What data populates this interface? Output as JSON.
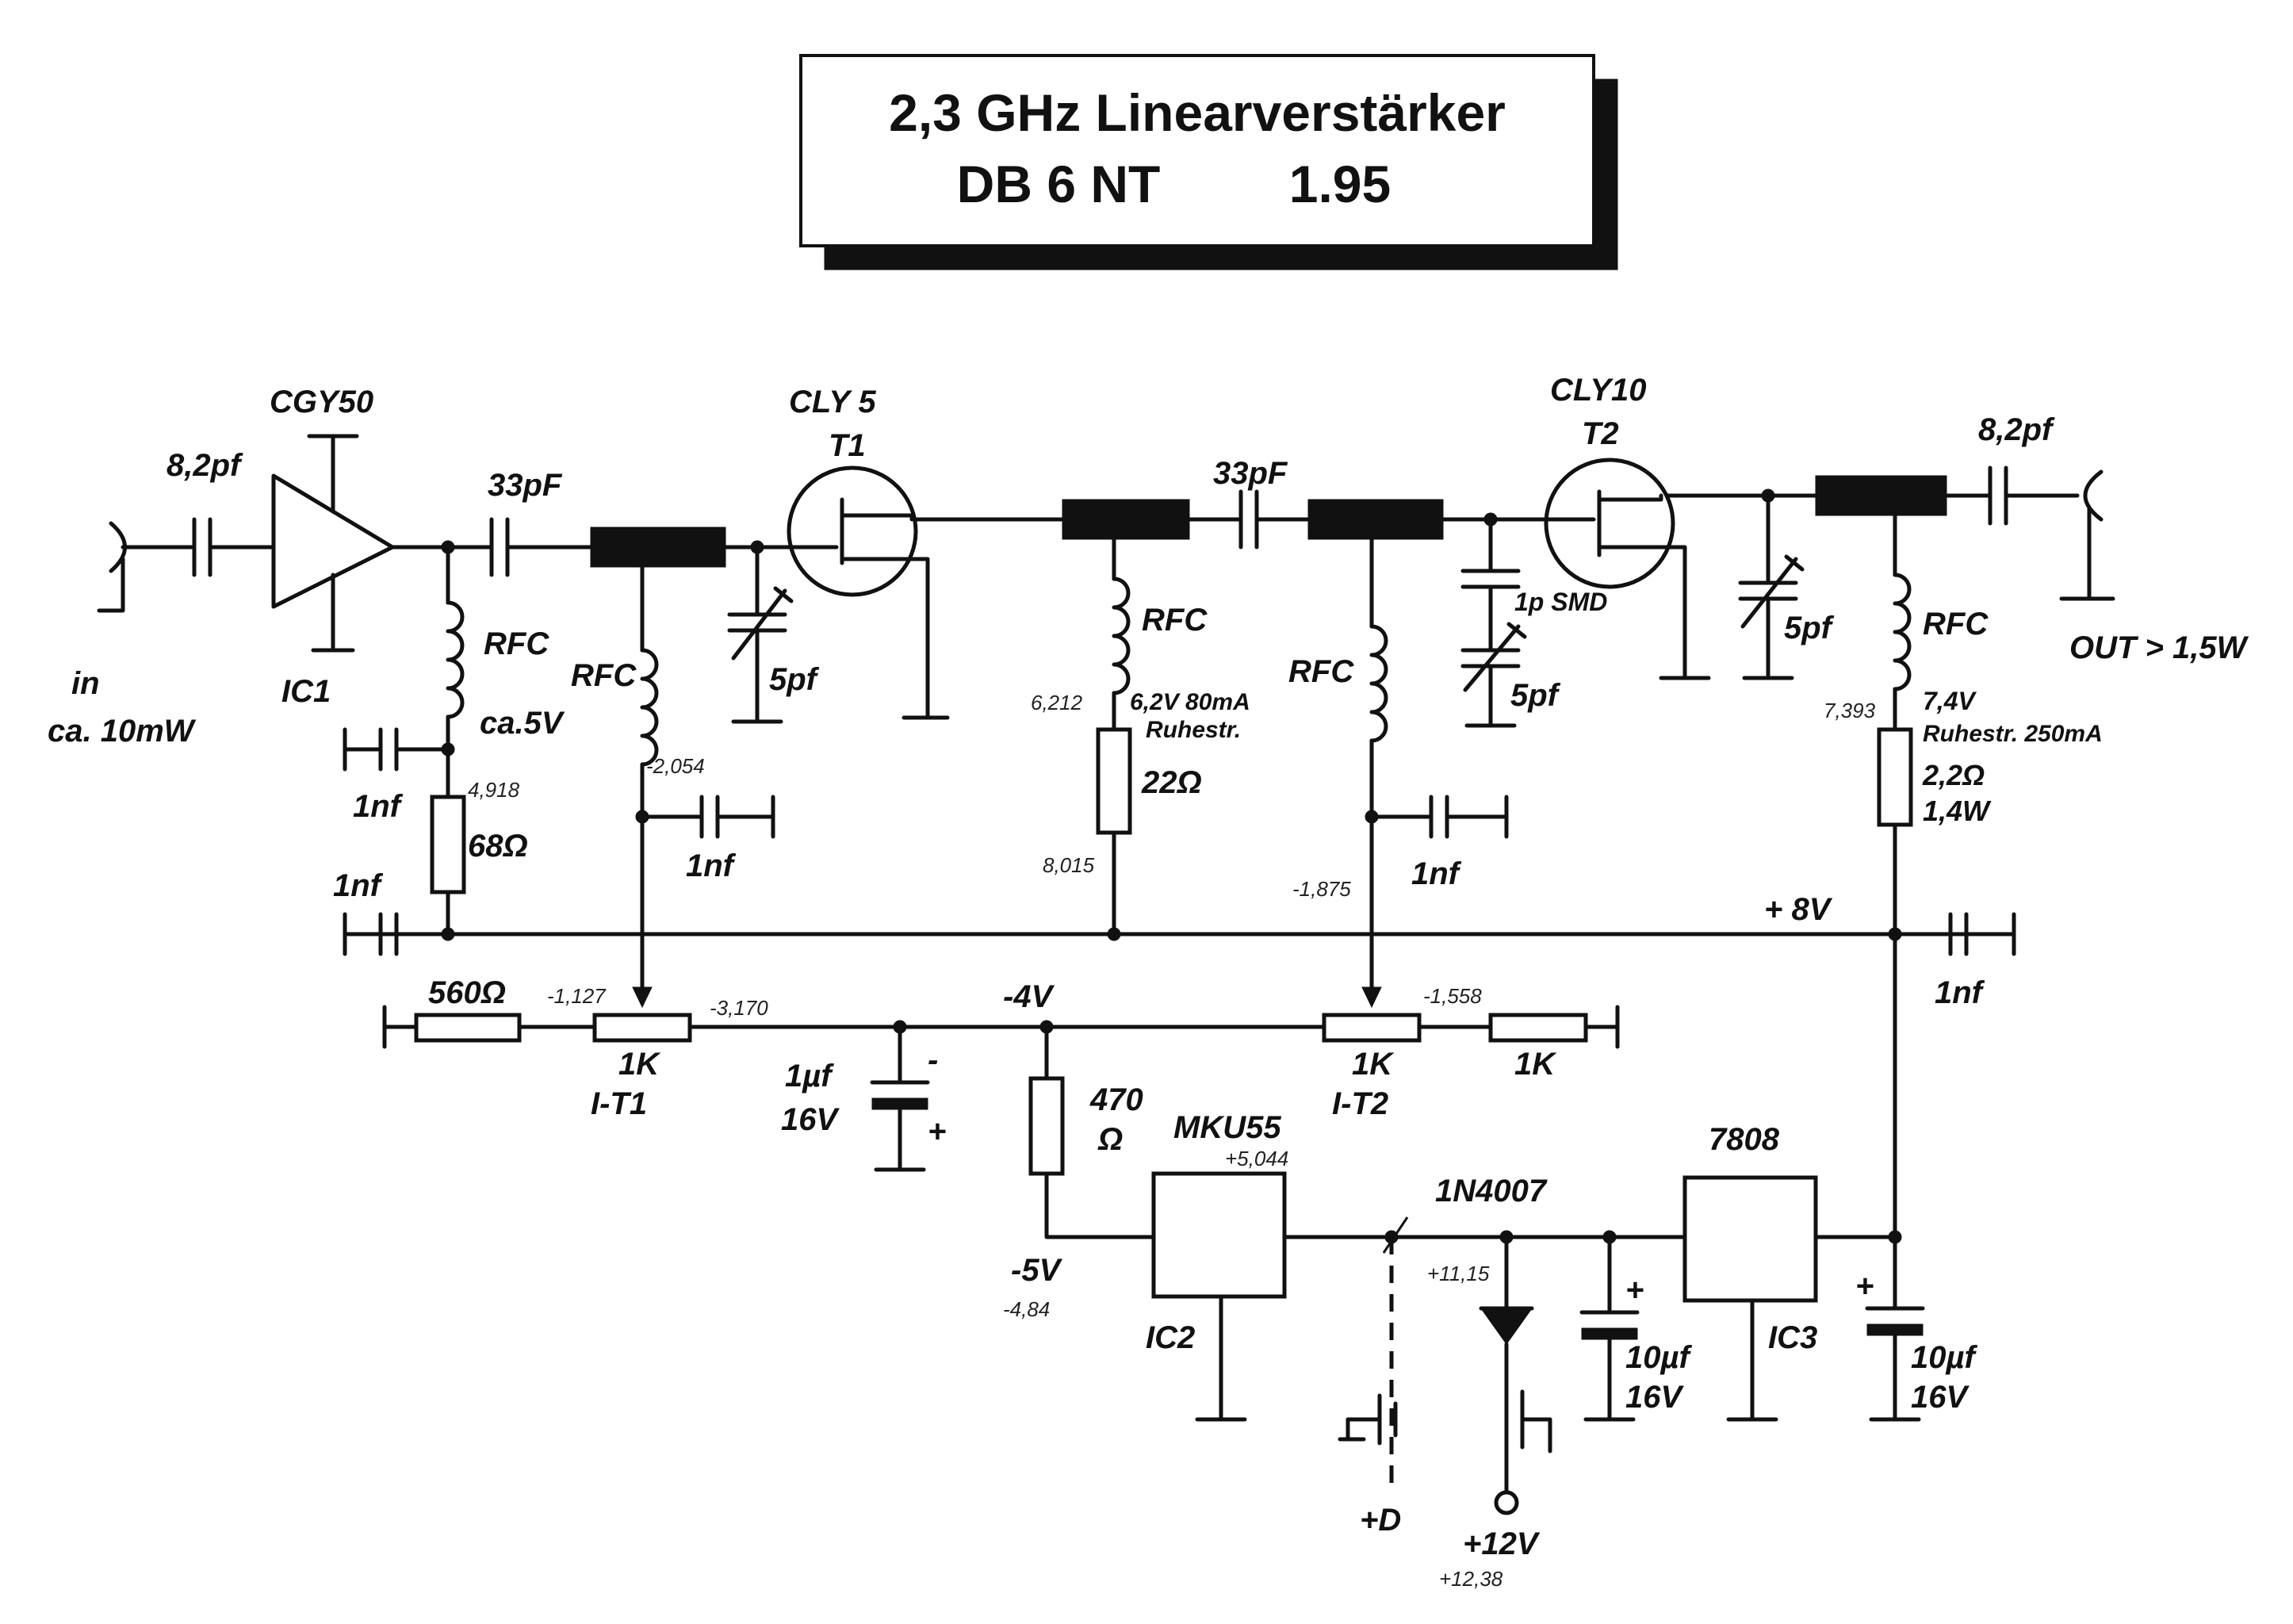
{
  "title": {
    "line1": "2,3 GHz Linearverstärker",
    "line2_call": "DB 6 NT",
    "line2_date": "1.95"
  },
  "parts": {
    "ic1": "CGY50",
    "ic1_ref": "IC1",
    "t1_type": "CLY 5",
    "t1_ref": "T1",
    "t2_type": "CLY10",
    "t2_ref": "T2",
    "ic2_type": "MKU55",
    "ic2_ref": "IC2",
    "ic3_type": "7808",
    "ic3_ref": "IC3",
    "diode": "1N4007"
  },
  "labels": {
    "input": "in",
    "input_power": "ca. 10mW",
    "output": "OUT > 1,5W",
    "c_in": "8,2pf",
    "c_out": "8,2pf",
    "c_33a": "33pF",
    "c_33b": "33pF",
    "rfc": "RFC",
    "trim_5pf": "5pf",
    "c_1psmd": "1p SMD",
    "ca5v": "ca.5V",
    "r68": "68Ω",
    "c1nf": "1nf",
    "t1_bias": "6,2V 80mA",
    "ruhestr": "Ruhestr.",
    "r22": "22Ω",
    "t2_bias": "7,4V",
    "t2_ruhe": "Ruhestr. 250mA",
    "r22b": "2,2Ω",
    "r22b_w": "1,4W",
    "plus8v": "+ 8V",
    "r560": "560Ω",
    "pot1k": "1K",
    "it1": "I-T1",
    "it2": "I-T2",
    "r1k": "1K",
    "minus4v": "-4V",
    "c1uf": "1µf",
    "v16": "16V",
    "minus": "-",
    "plus": "+",
    "r470": "470",
    "ohm": "Ω",
    "minus5v": "-5V",
    "c10uf": "10µf",
    "plus12v": "+12V",
    "plusd": "+D"
  },
  "measured": {
    "v1": "4,918",
    "v2": "-2,054",
    "v3": "6,212",
    "v4": "8,015",
    "v5": "-1,875",
    "v6": "7,393",
    "v7": "-1,127",
    "v8": "-3,170",
    "v9": "-1,558",
    "v10": "+5,044",
    "v11": "-4,84",
    "v12": "+11,15",
    "v13": "+12,38"
  }
}
